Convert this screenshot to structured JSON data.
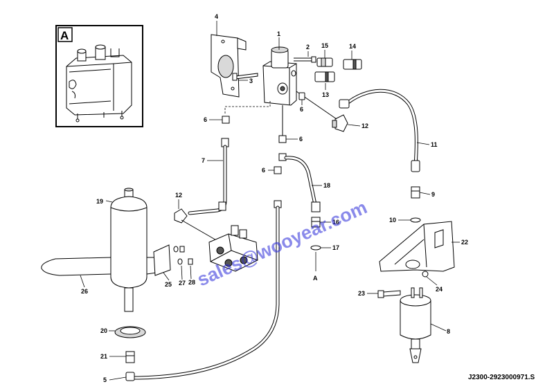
{
  "inset": {
    "label": "A"
  },
  "callouts": [
    "1",
    "2",
    "3",
    "4",
    "5",
    "6",
    "7",
    "8",
    "9",
    "10",
    "11",
    "12",
    "13",
    "14",
    "15",
    "16",
    "17",
    "18",
    "19",
    "20",
    "21",
    "22",
    "23",
    "24",
    "25",
    "26",
    "27",
    "28"
  ],
  "reference_mark": "A",
  "watermark": "sales@wooyear.com",
  "drawing_number": "J2300-2923000971.S"
}
